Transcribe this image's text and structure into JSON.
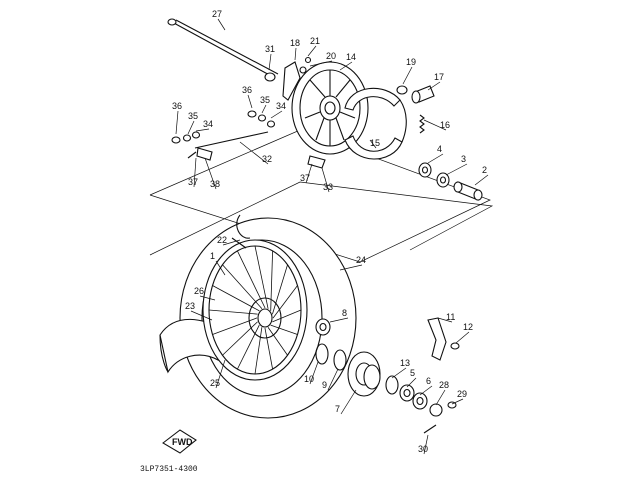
{
  "diagram": {
    "drawing_code": "3LP7351-4300",
    "front_icon_label": "FWD",
    "part_callouts": [
      "27",
      "31",
      "18",
      "21",
      "20",
      "14",
      "19",
      "17",
      "36",
      "35",
      "34",
      "36",
      "35",
      "34",
      "16",
      "15",
      "4",
      "3",
      "2",
      "32",
      "37",
      "38",
      "37",
      "33",
      "22",
      "24",
      "1",
      "26",
      "23",
      "8",
      "11",
      "12",
      "10",
      "9",
      "13",
      "5",
      "6",
      "28",
      "29",
      "7",
      "25",
      "30"
    ]
  }
}
